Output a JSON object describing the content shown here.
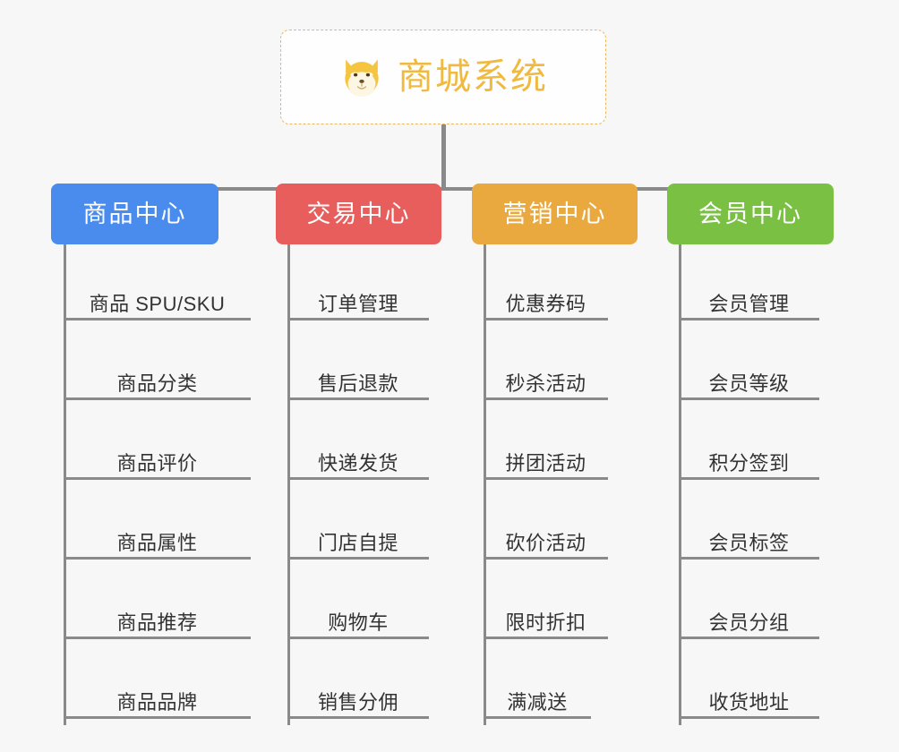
{
  "root": {
    "title": "商城系统",
    "icon": "shiba-dog-icon",
    "border_color": "#e8b95c",
    "text_color": "#f0b93f"
  },
  "connector": {
    "color": "#8a8a8a"
  },
  "canvas": {
    "background": "#f7f7f7"
  },
  "categories": [
    {
      "label": "商品中心",
      "color": "#4a8cee",
      "items": [
        "商品 SPU/SKU",
        "商品分类",
        "商品评价",
        "商品属性",
        "商品推荐",
        "商品品牌"
      ]
    },
    {
      "label": "交易中心",
      "color": "#e85e5c",
      "items": [
        "订单管理",
        "售后退款",
        "快递发货",
        "门店自提",
        "购物车",
        "销售分佣"
      ]
    },
    {
      "label": "营销中心",
      "color": "#eaa93f",
      "items": [
        "优惠券码",
        "秒杀活动",
        "拼团活动",
        "砍价活动",
        "限时折扣",
        "满减送"
      ]
    },
    {
      "label": "会员中心",
      "color": "#7ac143",
      "items": [
        "会员管理",
        "会员等级",
        "积分签到",
        "会员标签",
        "会员分组",
        "收货地址"
      ]
    }
  ]
}
